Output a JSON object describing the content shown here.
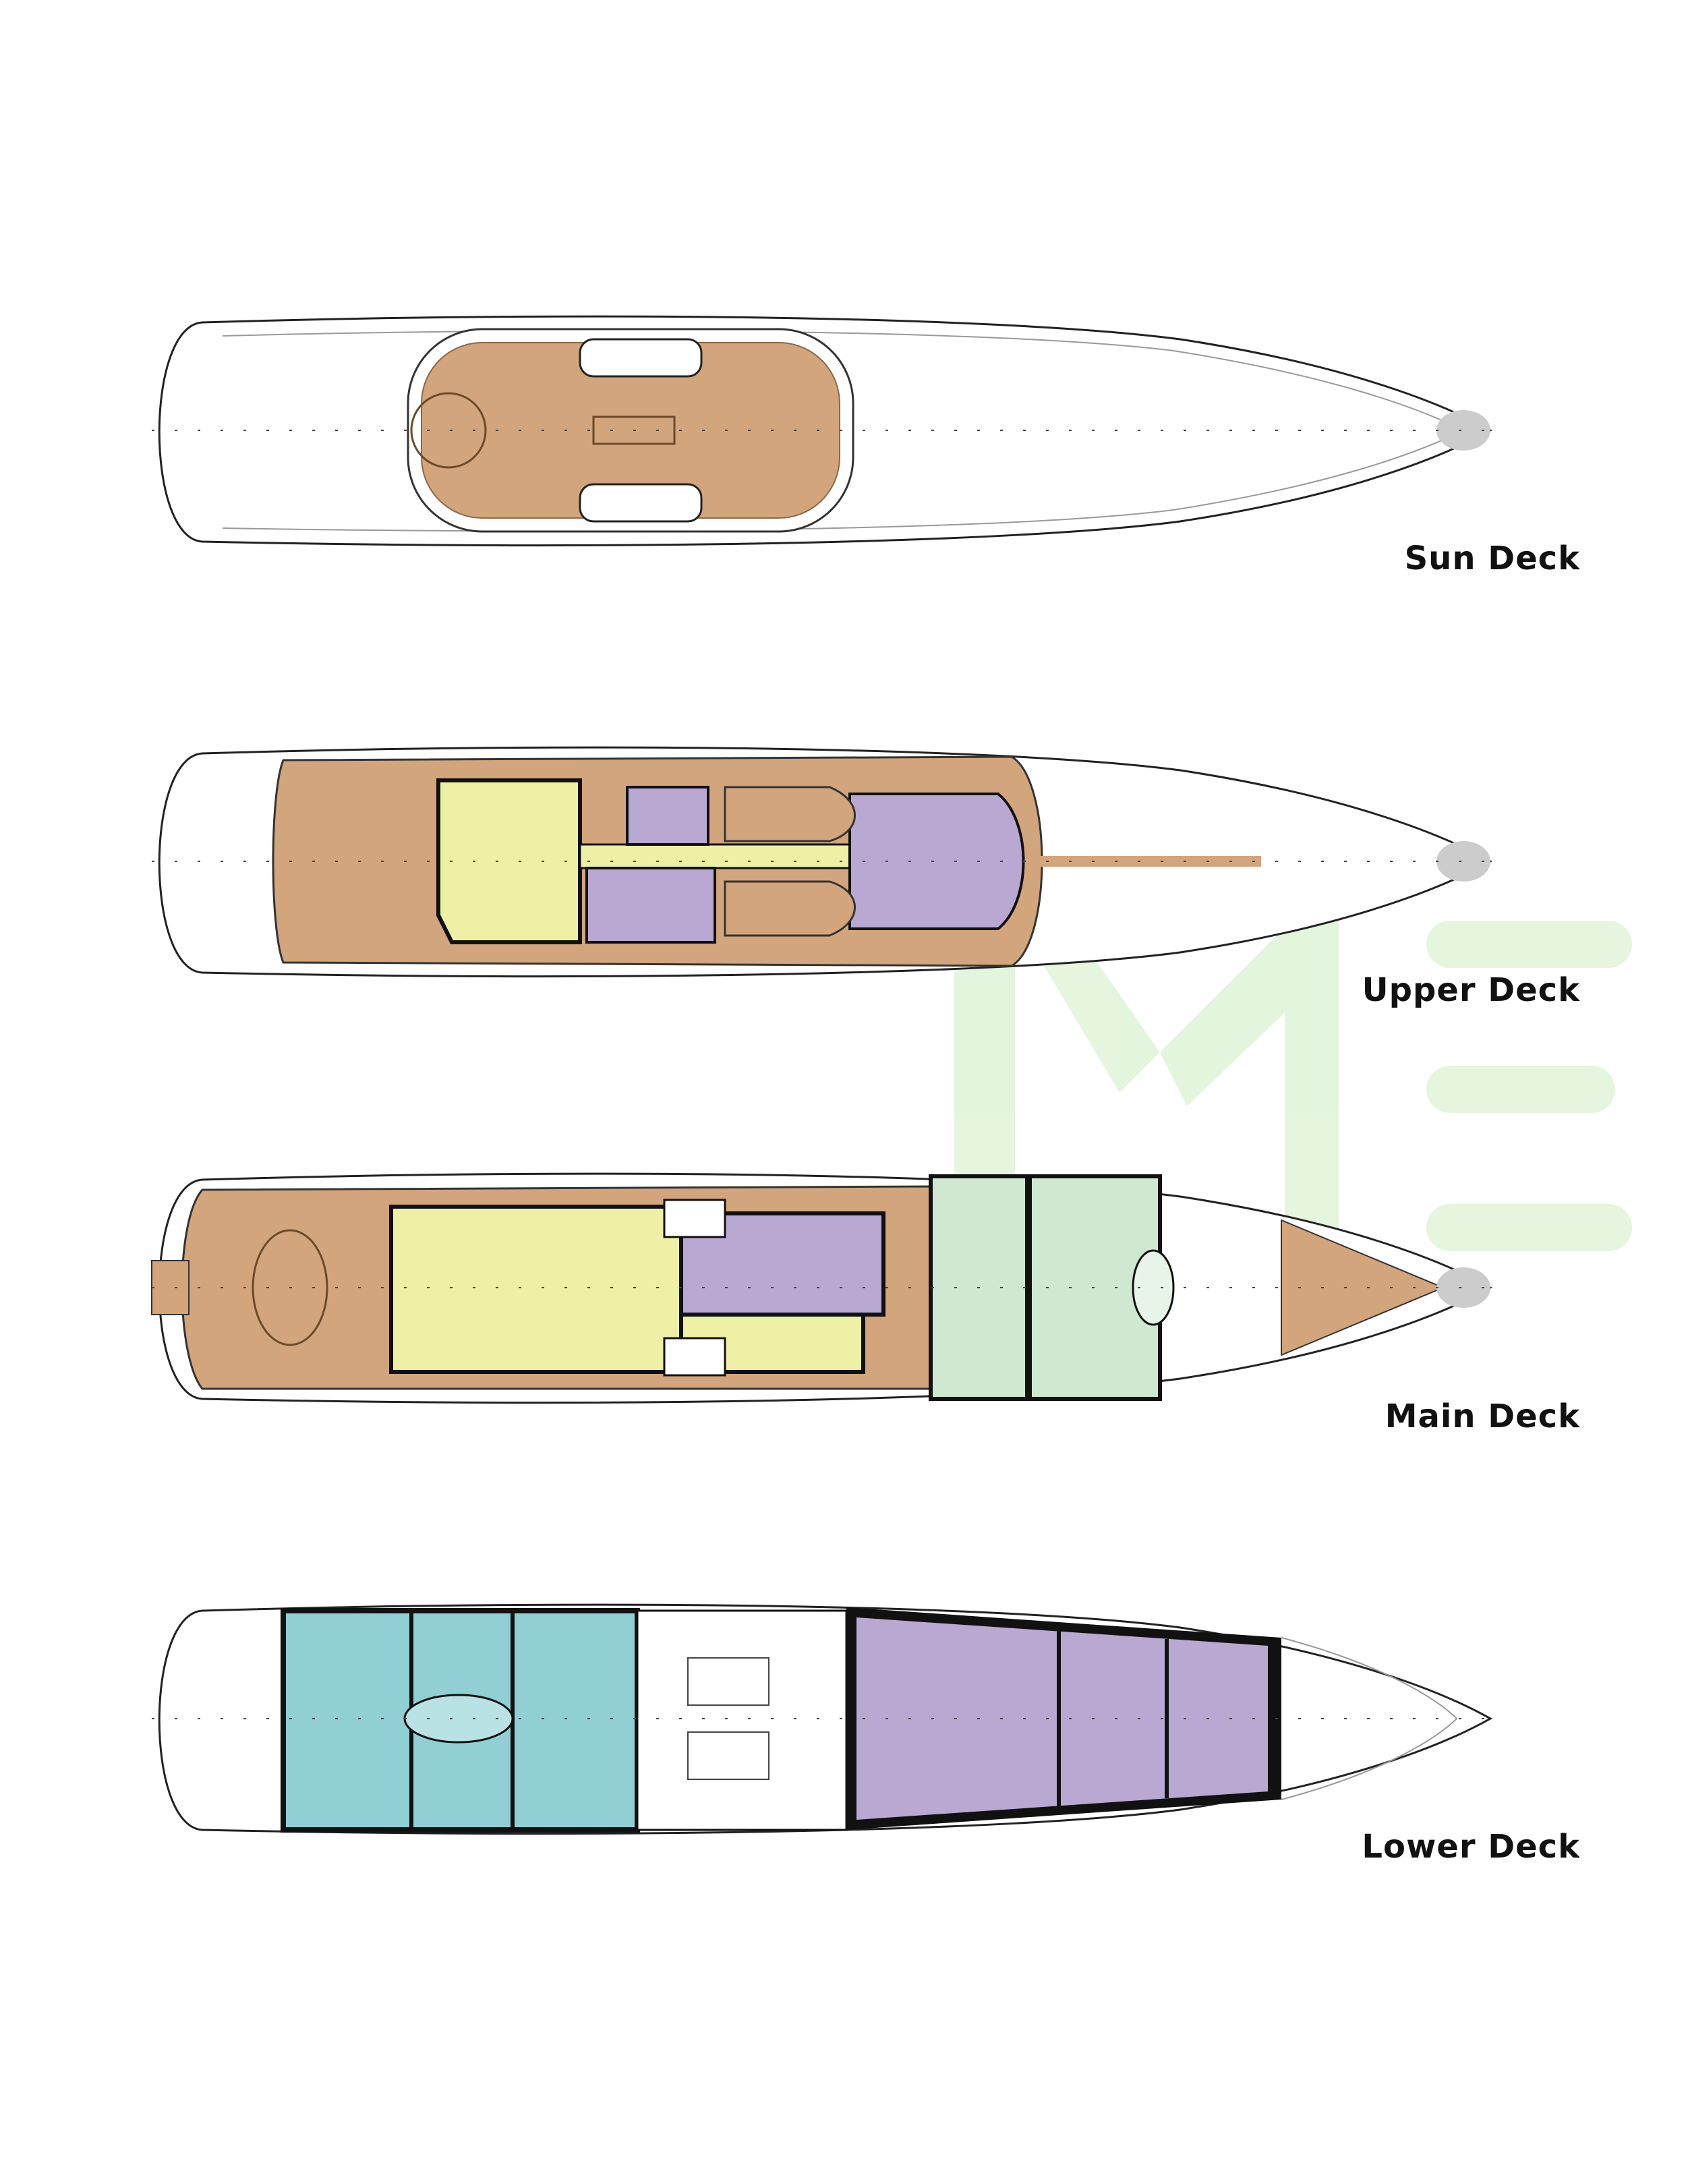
{
  "decks": [
    {
      "name": "Sun Deck"
    },
    {
      "name": "Upper Deck"
    },
    {
      "name": "Main Deck"
    },
    {
      "name": "Lower Deck"
    }
  ],
  "watermark": {
    "letters": "ME"
  },
  "colors": {
    "teak": "#d2a57c",
    "guest_yellow": "#eef0a6",
    "crew_purple": "#b8a8d2",
    "owner_green": "#cfe8cf",
    "guest_cyan": "#90cfd3",
    "watermark": "#e2f4da"
  }
}
